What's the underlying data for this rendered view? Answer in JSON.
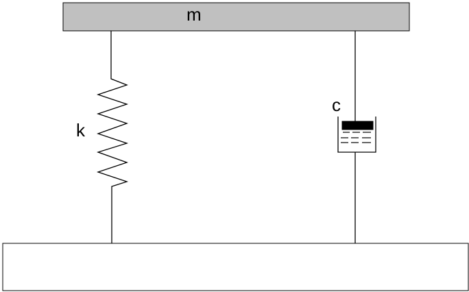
{
  "labels": {
    "mass": "m",
    "spring": "k",
    "damper": "c"
  },
  "colors": {
    "mass_fill": "#c0c0c0",
    "stroke": "#000000",
    "ground_fill": "#ffffff"
  }
}
